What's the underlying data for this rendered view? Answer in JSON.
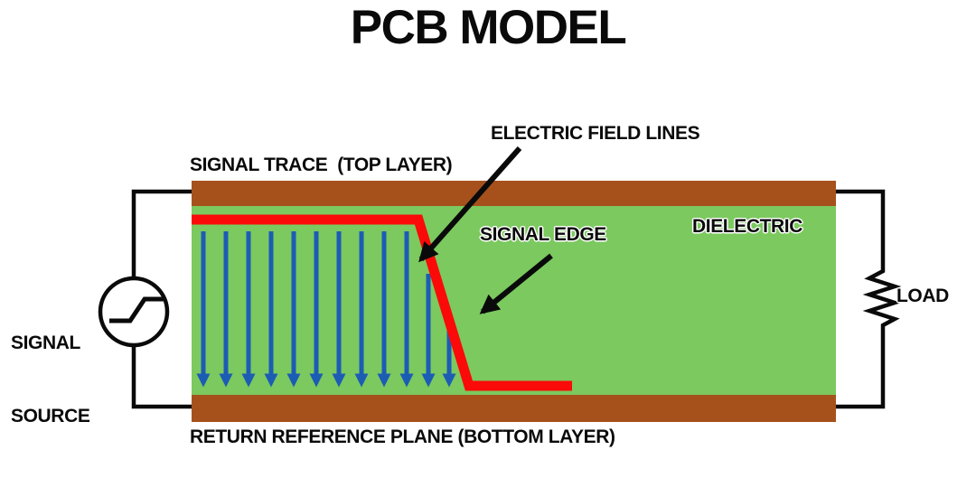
{
  "title": "PCB MODEL",
  "colors": {
    "bg": "#ffffff",
    "ink": "#0a0a0a",
    "copper": "#a6511c",
    "green": "#7bc95f",
    "red": "#fa0a08",
    "blue": "#1c5cb4"
  },
  "labels": {
    "signal_trace": "SIGNAL TRACE  (TOP LAYER)",
    "electric_field_lines": "ELECTRIC FIELD LINES",
    "signal_edge": "SIGNAL EDGE",
    "dielectric": "DIELECTRIC",
    "signal_source_line1": "SIGNAL",
    "signal_source_line2": "SOURCE",
    "load": "LOAD",
    "return_plane": "RETURN REFERENCE PLANE (BOTTOM LAYER)"
  }
}
